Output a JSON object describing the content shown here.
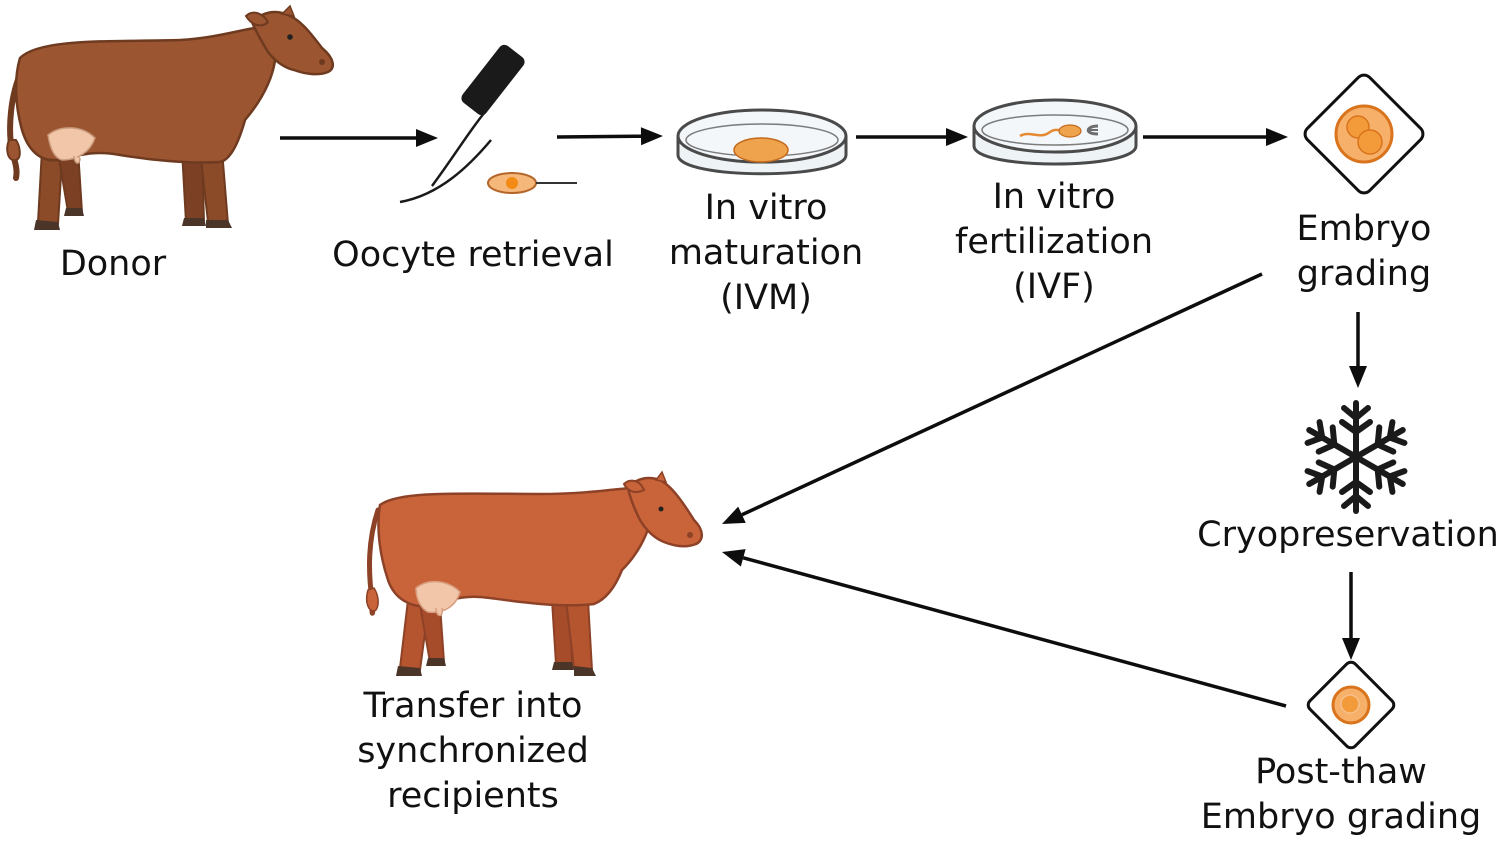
{
  "diagram": {
    "title": "Bovine in vitro embryo production and transfer workflow",
    "colors": {
      "arrow": "#0d0d0d",
      "donor_cow": "#9b5530",
      "donor_cow_dark": "#6e3a20",
      "recipient_cow": "#c9643a",
      "recipient_cow_dark": "#8d4126",
      "udder": "#f2c6a8",
      "hoof": "#4a3528",
      "oocyte": "#f0a34d",
      "oocyte_edge": "#c46a1d",
      "oocyte_nucleus": "#f28a14",
      "embryo": "#f6a04a",
      "embryo_edge": "#d9741c",
      "dish_fill": "#eef3f6",
      "dish_edge": "#4a4a4a",
      "instrument": "#1a1a1a"
    },
    "nodes": [
      {
        "id": "donor",
        "icon": "cow-icon",
        "lines": [
          "Donor"
        ]
      },
      {
        "id": "oocyte-retrieval",
        "icon": "needle-oocyte-icon",
        "lines": [
          "Oocyte retrieval"
        ]
      },
      {
        "id": "ivm",
        "icon": "petri-dish-oocyte-icon",
        "lines": [
          "In vitro",
          "maturation",
          "(IVM)"
        ]
      },
      {
        "id": "ivf",
        "icon": "petri-dish-sperm-icon",
        "lines": [
          "In vitro",
          "fertilization",
          "(IVF)"
        ]
      },
      {
        "id": "embryo-grading",
        "icon": "embryo-diamond-icon",
        "lines": [
          "Embryo",
          "grading"
        ]
      },
      {
        "id": "cryopreservation",
        "icon": "snowflake-icon",
        "lines": [
          "Cryopreservation"
        ]
      },
      {
        "id": "post-thaw-grading",
        "icon": "embryo-diamond-icon",
        "lines": [
          "Post-thaw",
          "Embryo grading"
        ]
      },
      {
        "id": "transfer",
        "icon": "cow-icon",
        "lines": [
          "Transfer into",
          "synchronized",
          "recipients"
        ]
      }
    ],
    "edges": [
      {
        "from": "donor",
        "to": "oocyte-retrieval"
      },
      {
        "from": "oocyte-retrieval",
        "to": "ivm"
      },
      {
        "from": "ivm",
        "to": "ivf"
      },
      {
        "from": "ivf",
        "to": "embryo-grading"
      },
      {
        "from": "embryo-grading",
        "to": "cryopreservation"
      },
      {
        "from": "cryopreservation",
        "to": "post-thaw-grading"
      },
      {
        "from": "embryo-grading",
        "to": "transfer"
      },
      {
        "from": "post-thaw-grading",
        "to": "transfer"
      }
    ]
  }
}
